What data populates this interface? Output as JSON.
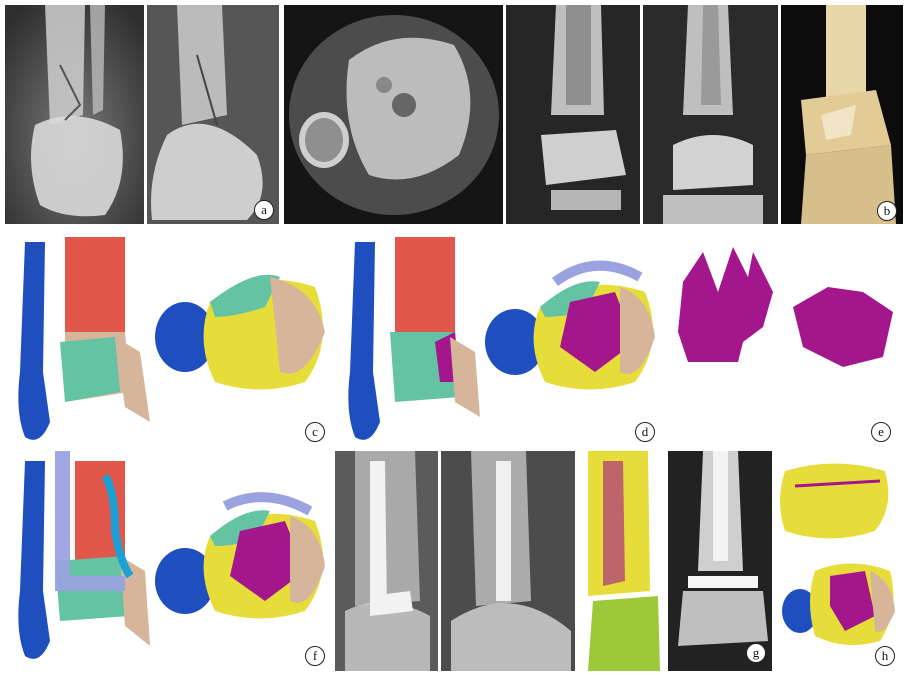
{
  "figure": {
    "labels": {
      "a": "a",
      "b": "b",
      "c": "c",
      "d": "d",
      "e": "e",
      "f": "f",
      "g": "g",
      "h": "h"
    },
    "colors": {
      "fibula": "#1f4fbf",
      "tibia_shaft": "#e2574c",
      "anterolateral_fragment": "#63c3a3",
      "posterior_fragment": "#d6b59a",
      "central_fragment": "#a3168c",
      "medial_fragment": "#e6dd3a",
      "plate": "#9aa3e0",
      "screw_bundle": "#1ca0d6",
      "talus_model": "#9bc93a",
      "bone_3d": "#e8d6a8"
    }
  }
}
